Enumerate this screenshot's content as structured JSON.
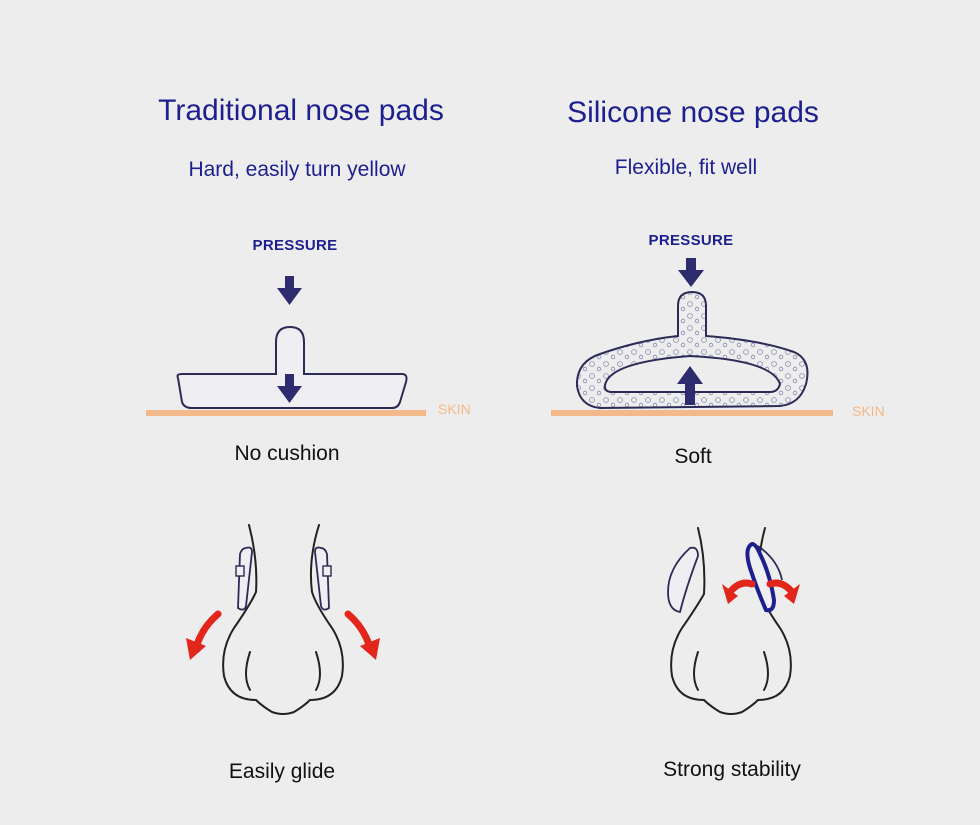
{
  "colors": {
    "heading": "#1d1f8f",
    "arrow_dark": "#2e2b6e",
    "arrow_red": "#e3261c",
    "skin_line": "#f2b98a",
    "outline": "#2b2b55",
    "background": "#ededed"
  },
  "left": {
    "title": "Traditional nose pads",
    "subtitle": "Hard, easily turn yellow",
    "pressure_label": "PRESSURE",
    "skin_label": "SKIN",
    "pad_caption": "No cushion",
    "nose_caption": "Easily glide"
  },
  "right": {
    "title": "Silicone nose pads",
    "subtitle": "Flexible, fit well",
    "pressure_label": "PRESSURE",
    "skin_label": "SKIN",
    "pad_caption": "Soft",
    "nose_caption": "Strong stability"
  }
}
